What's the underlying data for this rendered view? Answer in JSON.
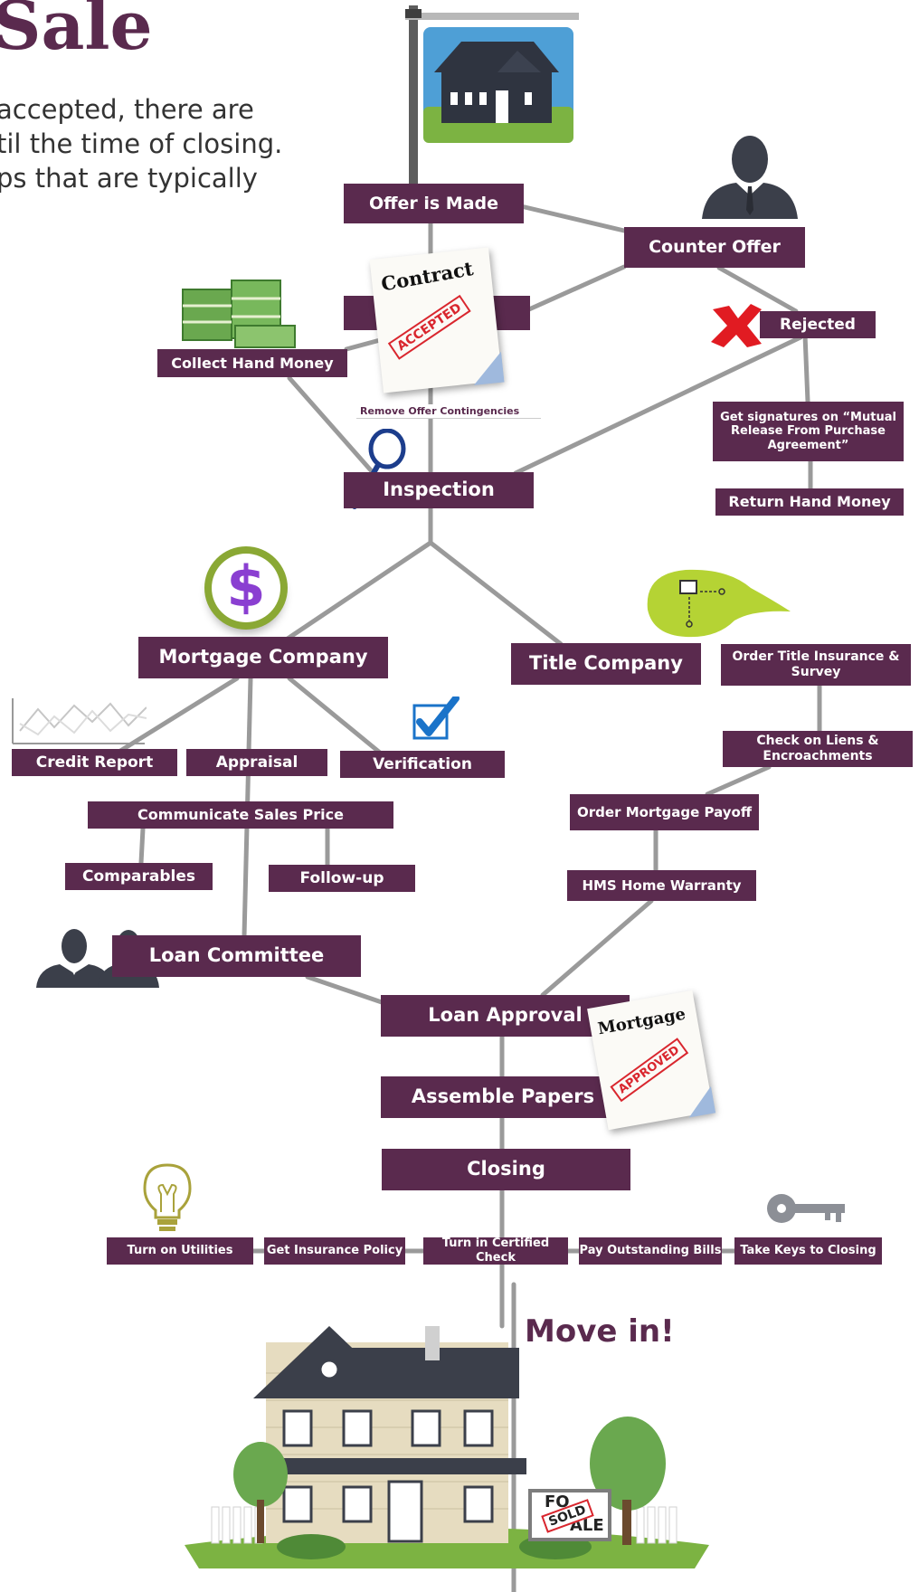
{
  "header": {
    "title": "Sale",
    "intro_lines": [
      "accepted, there are",
      "til the time of closing.",
      "ps that are typically"
    ]
  },
  "steps": {
    "offer_made": "Offer is Made",
    "counter_offer": "Counter Offer",
    "rejected": "Rejected",
    "collect_hand_money": "Collect Hand Money",
    "mutual_release": "Get signatures on “Mutual Release From Purchase Agreement”",
    "return_hand_money": "Return Hand Money",
    "remove_contingencies": "Remove Offer Contingencies",
    "inspection": "Inspection",
    "mortgage_company": "Mortgage Company",
    "title_company": "Title Company",
    "order_title_insurance": "Order Title Insurance & Survey",
    "credit_report": "Credit Report",
    "appraisal": "Appraisal",
    "verification": "Verification",
    "check_liens": "Check on Liens & Encroachments",
    "communicate_sales_price": "Communicate Sales Price",
    "order_mortgage_payoff": "Order Mortgage Payoff",
    "comparables": "Comparables",
    "follow_up": "Follow-up",
    "hms_home_warranty": "HMS Home Warranty",
    "loan_committee": "Loan Committee",
    "loan_approval": "Loan Approval",
    "assemble_papers": "Assemble Papers",
    "closing": "Closing",
    "turn_on_utilities": "Turn on Utilities",
    "get_insurance_policy": "Get Insurance Policy",
    "turn_in_certified_check": "Turn in Certified Check",
    "pay_outstanding_bills": "Pay Outstanding Bills",
    "take_keys_to_closing": "Take Keys to Closing",
    "move_in": "Move in!"
  },
  "documents": {
    "contract": "Contract",
    "contract_stamp": "ACCEPTED",
    "mortgage": "Mortgage",
    "mortgage_stamp": "APPROVED",
    "sign_sold": "SOLD",
    "sign_sale_a": "FO",
    "sign_sale_b": "ALE"
  },
  "icons": {
    "dollar_symbol": "$"
  },
  "colors": {
    "box": "#5a2a4e",
    "line": "#9a9a9a",
    "stamp": "#d9262e",
    "dollar": "#8a3fd1",
    "dollar_ring": "#8aa834",
    "money": "#6aa84f",
    "check": "#1a73c9",
    "rejected_x": "#e11b22"
  }
}
